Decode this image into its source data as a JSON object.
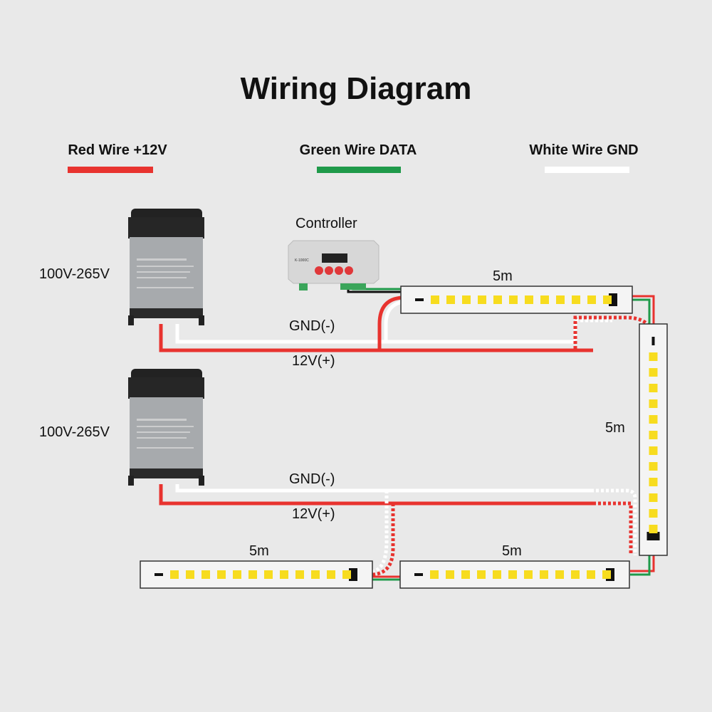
{
  "title": "Wiring Diagram",
  "legend": [
    {
      "label": "Red Wire +12V",
      "color": "#e8332f"
    },
    {
      "label": "Green Wire DATA",
      "color": "#1f9a4a"
    },
    {
      "label": "White Wire GND",
      "color": "#ffffff"
    }
  ],
  "controller": {
    "label": "Controller",
    "model": "K-1000C"
  },
  "power_supplies": [
    {
      "input_label": "100V-265V"
    },
    {
      "input_label": "100V-265V"
    }
  ],
  "wire_labels": {
    "top_gnd": "GND(-)",
    "top_12v": "12V(+)",
    "bottom_gnd": "GND(-)",
    "bottom_12v": "12V(+)"
  },
  "strips": [
    {
      "length": "5m"
    },
    {
      "length": "5m"
    },
    {
      "length": "5m"
    },
    {
      "length": "5m"
    }
  ],
  "colors": {
    "led": "#f7dc1f",
    "red": "#e8332f",
    "green": "#1f9a4a",
    "white": "#ffffff",
    "background": "#e9e9e9"
  }
}
